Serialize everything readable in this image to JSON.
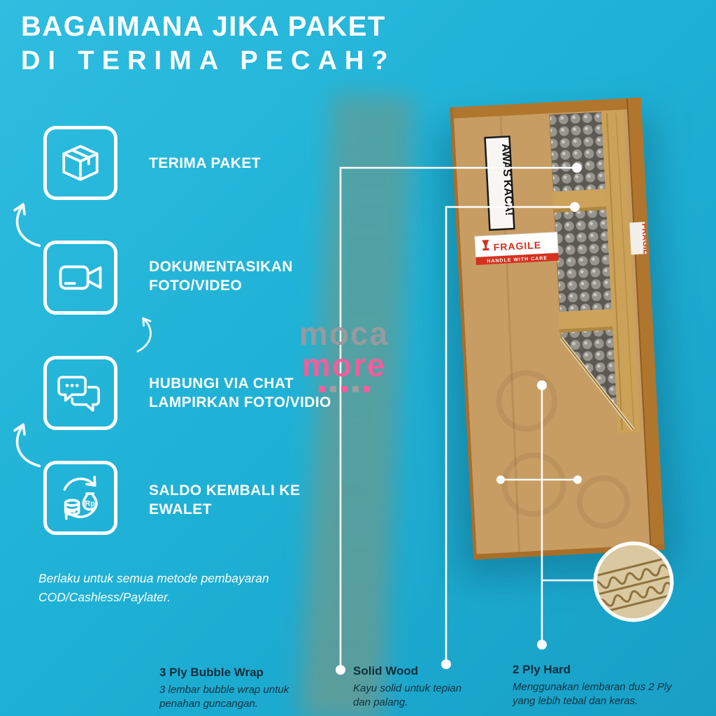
{
  "colors": {
    "background": "#1fb2d6",
    "accent_pink": "#ee5f9b",
    "dark_text": "#0c2d3c",
    "cardboard": "#c79d63",
    "wood": "#b0762e",
    "tape_red": "#d6301f",
    "line_white": "#ffffff"
  },
  "title": {
    "line1": "BAGAIMANA JIKA PAKET",
    "line2": "DI TERIMA PECAH?"
  },
  "steps": [
    {
      "icon": "package-box-icon",
      "label": "TERIMA PAKET"
    },
    {
      "icon": "video-camera-icon",
      "label": "DOKUMENTASIKAN\nFOTO/VIDEO"
    },
    {
      "icon": "chat-bubbles-icon",
      "label": "HUBUNGI VIA CHAT\nLAMPIRKAN FOTO/VIDIO"
    },
    {
      "icon": "money-refund-icon",
      "label": "SALDO KEMBALI KE\nEWALET"
    }
  ],
  "money": {
    "currency": "Rp"
  },
  "watermark": {
    "word1": "moca",
    "word2": "more"
  },
  "package": {
    "glass_label": "AWAS KACA!",
    "tape_title": "FRAGILE",
    "tape_subtitle": "HANDLE WITH CARE"
  },
  "footnote": {
    "text": "Berlaku untuk semua metode pembayaran\nCOD/Cashless/Paylater."
  },
  "callouts": [
    {
      "title": "3 Ply Bubble Wrap",
      "body": "3 lembar bubble wrap untuk\npenahan guncangan."
    },
    {
      "title": "Solid Wood",
      "body": "Kayu solid untuk tepian\ndan palang."
    },
    {
      "title": "2 Ply Hard",
      "body": "Menggunakan lembaran dus 2 Ply\nyang lebih tebal dan keras."
    }
  ]
}
